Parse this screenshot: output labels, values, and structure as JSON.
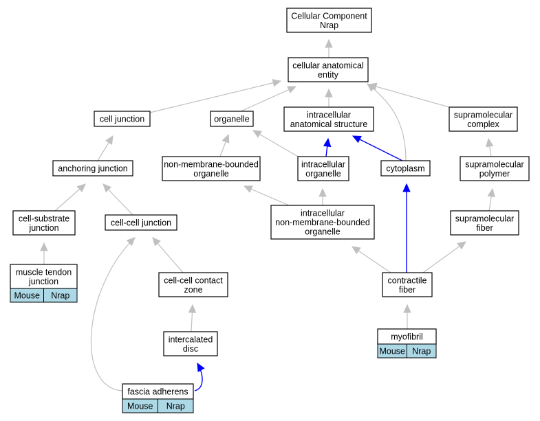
{
  "colors": {
    "node_border": "#000000",
    "tag_fill": "#add8e6",
    "is_a_edge": "#c0c0c0",
    "part_of_edge": "#0000ff"
  },
  "nodes": {
    "root": {
      "lines": [
        "Cellular Component",
        "Nrap"
      ]
    },
    "cae": {
      "lines": [
        "cellular anatomical",
        "entity"
      ]
    },
    "celljunc": {
      "lines": [
        "cell junction"
      ]
    },
    "organelle": {
      "lines": [
        "organelle"
      ]
    },
    "ias": {
      "lines": [
        "intracellular",
        "anatomical structure"
      ]
    },
    "smc": {
      "lines": [
        "supramolecular",
        "complex"
      ]
    },
    "anchor": {
      "lines": [
        "anchoring junction"
      ]
    },
    "nmbo": {
      "lines": [
        "non-membrane-bounded",
        "organelle"
      ]
    },
    "io": {
      "lines": [
        "intracellular",
        "organelle"
      ]
    },
    "cyto": {
      "lines": [
        "cytoplasm"
      ]
    },
    "smp": {
      "lines": [
        "supramolecular",
        "polymer"
      ]
    },
    "csj": {
      "lines": [
        "cell-substrate",
        "junction"
      ]
    },
    "ccj": {
      "lines": [
        "cell-cell junction"
      ]
    },
    "inmbo": {
      "lines": [
        "intracellular",
        "non-membrane-bounded",
        "organelle"
      ]
    },
    "smf": {
      "lines": [
        "supramolecular",
        "fiber"
      ]
    },
    "mtj": {
      "lines": [
        "muscle tendon",
        "junction"
      ],
      "tags": [
        "Mouse",
        "Nrap"
      ]
    },
    "cccz": {
      "lines": [
        "cell-cell contact",
        "zone"
      ]
    },
    "cf": {
      "lines": [
        "contractile",
        "fiber"
      ]
    },
    "icd": {
      "lines": [
        "intercalated",
        "disc"
      ]
    },
    "myof": {
      "lines": [
        "myofibril"
      ],
      "tags": [
        "Mouse",
        "Nrap"
      ]
    },
    "fa": {
      "lines": [
        "fascia adherens"
      ],
      "tags": [
        "Mouse",
        "Nrap"
      ]
    }
  },
  "edges": [
    {
      "from": "cae",
      "to": "root",
      "type": "is_a"
    },
    {
      "from": "celljunc",
      "to": "cae",
      "type": "is_a"
    },
    {
      "from": "organelle",
      "to": "cae",
      "type": "is_a"
    },
    {
      "from": "ias",
      "to": "cae",
      "type": "is_a"
    },
    {
      "from": "cyto",
      "to": "cae",
      "type": "is_a"
    },
    {
      "from": "smc",
      "to": "cae",
      "type": "is_a"
    },
    {
      "from": "anchor",
      "to": "celljunc",
      "type": "is_a"
    },
    {
      "from": "nmbo",
      "to": "organelle",
      "type": "is_a"
    },
    {
      "from": "io",
      "to": "organelle",
      "type": "is_a"
    },
    {
      "from": "io",
      "to": "ias",
      "type": "part_of"
    },
    {
      "from": "cyto",
      "to": "ias",
      "type": "part_of"
    },
    {
      "from": "smp",
      "to": "smc",
      "type": "is_a"
    },
    {
      "from": "csj",
      "to": "anchor",
      "type": "is_a"
    },
    {
      "from": "ccj",
      "to": "anchor",
      "type": "is_a"
    },
    {
      "from": "inmbo",
      "to": "nmbo",
      "type": "is_a"
    },
    {
      "from": "inmbo",
      "to": "io",
      "type": "is_a"
    },
    {
      "from": "smf",
      "to": "smp",
      "type": "is_a"
    },
    {
      "from": "mtj",
      "to": "csj",
      "type": "is_a"
    },
    {
      "from": "cccz",
      "to": "ccj",
      "type": "is_a"
    },
    {
      "from": "cf",
      "to": "inmbo",
      "type": "is_a"
    },
    {
      "from": "cf",
      "to": "cyto",
      "type": "part_of"
    },
    {
      "from": "cf",
      "to": "smf",
      "type": "is_a"
    },
    {
      "from": "icd",
      "to": "cccz",
      "type": "is_a"
    },
    {
      "from": "myof",
      "to": "cf",
      "type": "is_a"
    },
    {
      "from": "fa",
      "to": "icd",
      "type": "part_of"
    },
    {
      "from": "fa",
      "to": "ccj",
      "type": "is_a"
    }
  ]
}
